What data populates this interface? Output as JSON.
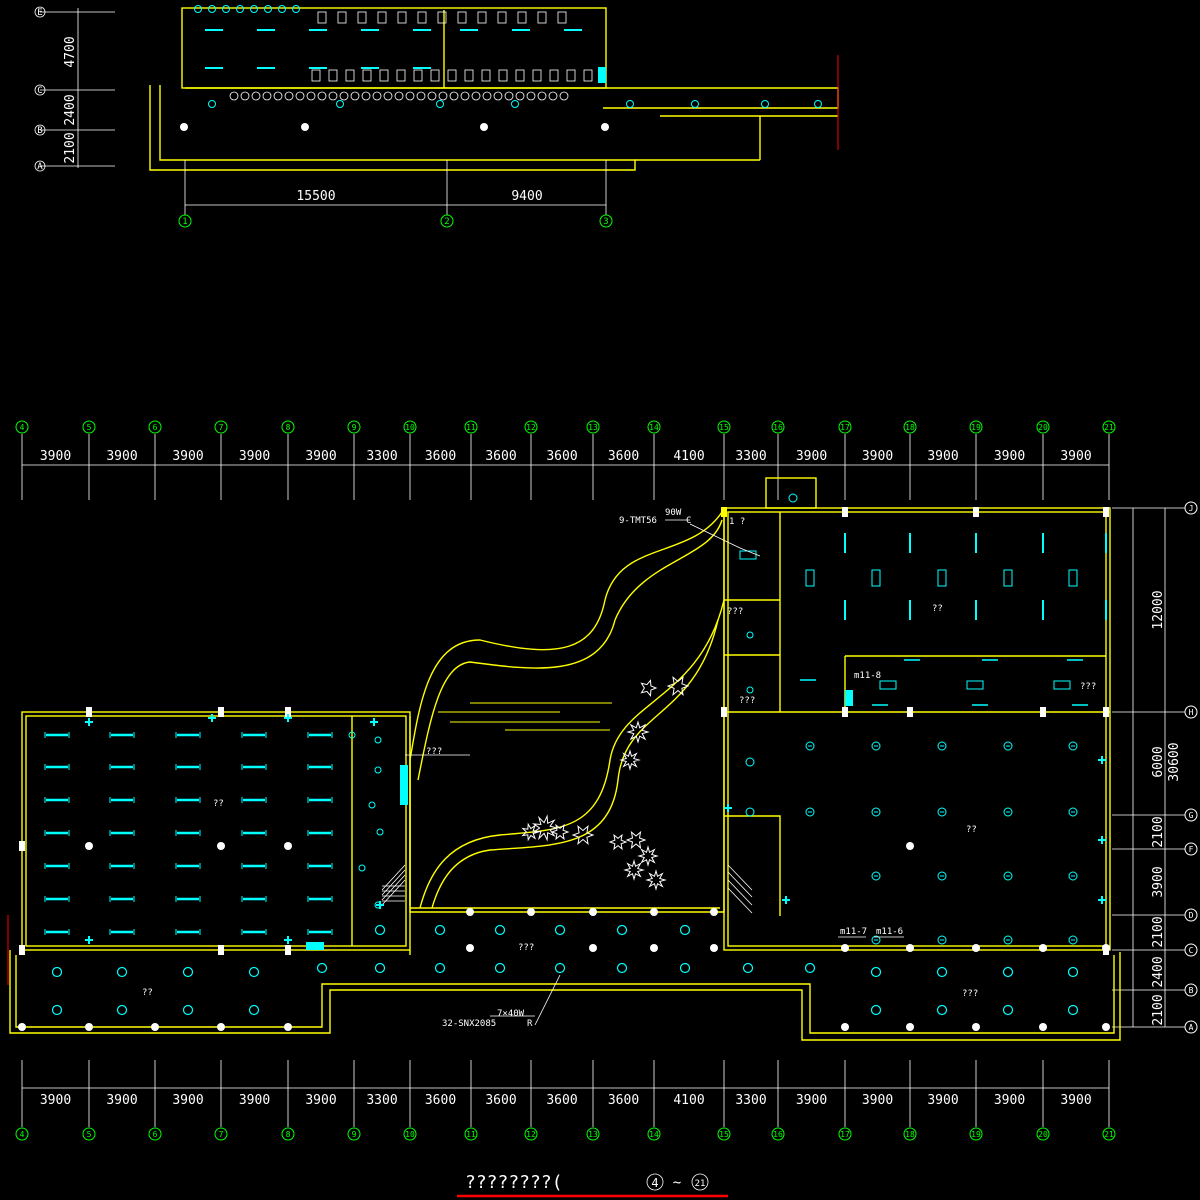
{
  "top_plan": {
    "dims_horizontal": [
      "15500",
      "9400"
    ],
    "dims_vertical": [
      "4700",
      "2400",
      "2100"
    ],
    "row_axes": [
      "E",
      "C",
      "B",
      "A"
    ],
    "col_axes": [
      "1",
      "2",
      "3"
    ]
  },
  "main_plan": {
    "col_axes": [
      "4",
      "5",
      "6",
      "7",
      "8",
      "9",
      "10",
      "11",
      "12",
      "13",
      "14",
      "15",
      "16",
      "17",
      "18",
      "19",
      "20",
      "21"
    ],
    "dims": [
      "3900",
      "3900",
      "3900",
      "3900",
      "3900",
      "3300",
      "3600",
      "3600",
      "3600",
      "3600",
      "4100",
      "3300",
      "3900",
      "3900",
      "3900",
      "3900",
      "3900"
    ],
    "row_axes": [
      "J",
      "H",
      "G",
      "F",
      "D",
      "C",
      "B",
      "A"
    ],
    "dims_vertical": [
      "12000",
      "6000",
      "2100",
      "3900",
      "2100",
      "2400",
      "2100"
    ],
    "overall_vertical": "30600",
    "room_labels": [
      "??",
      "??",
      "??",
      "???",
      "???",
      "???",
      "???",
      "??",
      "???",
      "???",
      "1 ?"
    ],
    "annotations": {
      "fixture_top_code": "9-TMT56",
      "fixture_top_power": "90W",
      "fixture_top_mount": "C",
      "fixture_bottom_code": "32-SNX2085",
      "fixture_bottom_power": "7×40W",
      "fixture_bottom_mount": "R",
      "panel_1": "m11-8",
      "panel_2": "m11-7",
      "panel_3": "m11-6"
    }
  },
  "footer": {
    "title": "????????(",
    "range_from": "4",
    "range_sep": "~",
    "range_to": "21"
  },
  "colors": {
    "walls": "#ffff00",
    "fixtures": "#00ffff",
    "axes": "#00ff00",
    "section_cut": "#ff0000"
  }
}
